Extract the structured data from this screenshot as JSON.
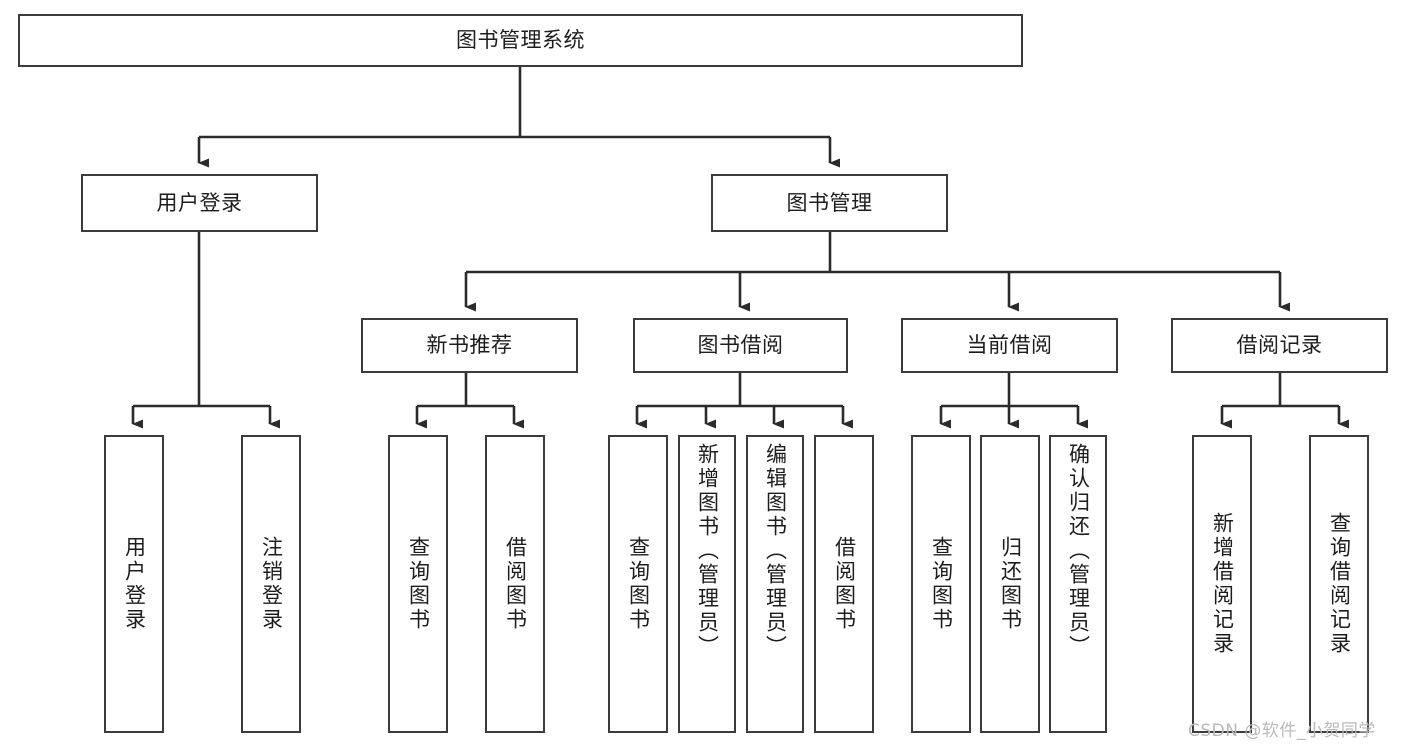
{
  "diagram": {
    "title": "图书管理系统",
    "type": "tree-hierarchy-diagram",
    "colors": {
      "box_border": "#3b3b3b",
      "box_fill": "#ffffff",
      "connector": "#2b2b2b",
      "text": "#1d1d1d",
      "watermark": "#b9b9b9",
      "background": "#ffffff"
    },
    "root": {
      "label": "图书管理系统"
    },
    "level1": [
      {
        "label": "用户登录"
      },
      {
        "label": "图书管理"
      }
    ],
    "level2": [
      {
        "label": "新书推荐"
      },
      {
        "label": "图书借阅"
      },
      {
        "label": "当前借阅"
      },
      {
        "label": "借阅记录"
      }
    ],
    "leaves": [
      {
        "label": "用户登录",
        "parent": "用户登录"
      },
      {
        "label": "注销登录",
        "parent": "用户登录"
      },
      {
        "label": "查询图书",
        "parent": "新书推荐"
      },
      {
        "label": "借阅图书",
        "parent": "新书推荐"
      },
      {
        "label": "查询图书",
        "parent": "图书借阅"
      },
      {
        "label": "新增图书（管理员）",
        "parent": "图书借阅"
      },
      {
        "label": "编辑图书（管理员）",
        "parent": "图书借阅"
      },
      {
        "label": "借阅图书",
        "parent": "图书借阅"
      },
      {
        "label": "查询图书",
        "parent": "当前借阅"
      },
      {
        "label": "归还图书",
        "parent": "当前借阅"
      },
      {
        "label": "确认归还（管理员）",
        "parent": "当前借阅"
      },
      {
        "label": "新增借阅记录",
        "parent": "借阅记录"
      },
      {
        "label": "查询借阅记录",
        "parent": "借阅记录"
      }
    ]
  },
  "watermark": {
    "text": "CSDN @软件_小贺同学"
  }
}
